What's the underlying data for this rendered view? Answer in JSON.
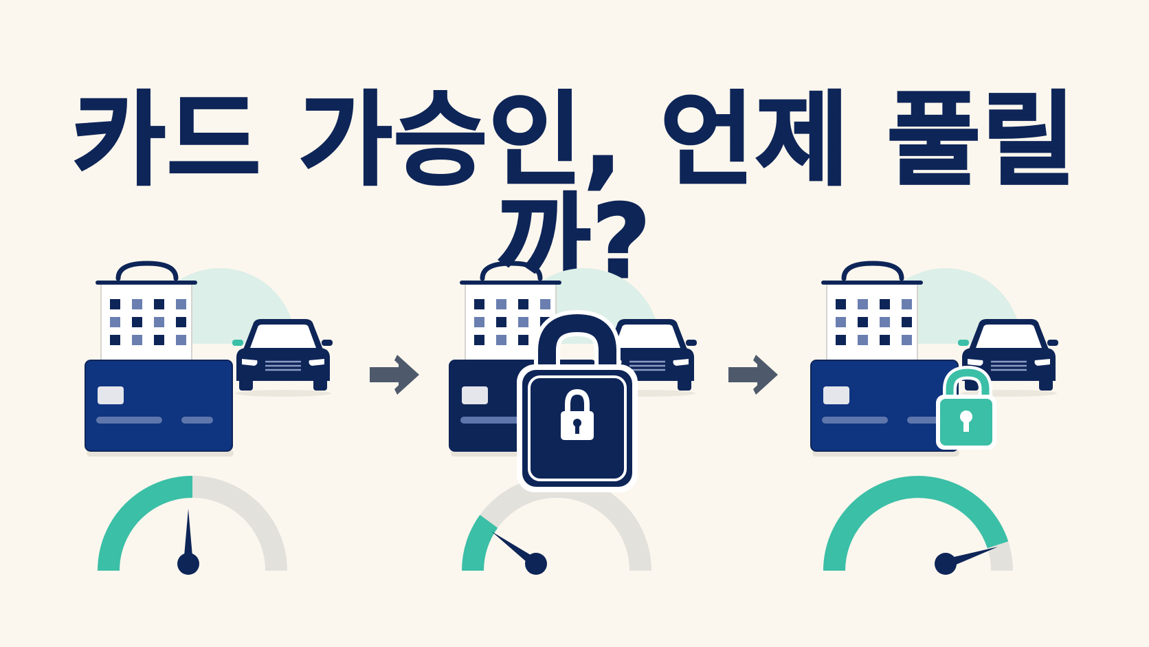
{
  "title": "카드 가승인, 언제 풀릴까?",
  "colors": {
    "background": "#fcf7ee",
    "navy": "#0e2558",
    "card_blue": "#0f3580",
    "teal": "#3bbfa7",
    "gauge_track": "#e3e1dc",
    "arrow": "#4e5a6c",
    "window_light": "#6a7eb0",
    "mint_circle": "#dcefe8"
  },
  "panels": [
    {
      "state": "card-approved",
      "gauge_level": 0.5,
      "lock": "none"
    },
    {
      "state": "funds-locked",
      "gauge_level": 0.2,
      "lock": "locked"
    },
    {
      "state": "hold-released",
      "gauge_level": 0.9,
      "lock": "unlocked"
    }
  ],
  "icons": [
    "hotel-building-icon",
    "credit-card-icon",
    "car-icon",
    "padlock-icon",
    "open-padlock-icon",
    "arrow-right-icon",
    "gauge-icon"
  ]
}
